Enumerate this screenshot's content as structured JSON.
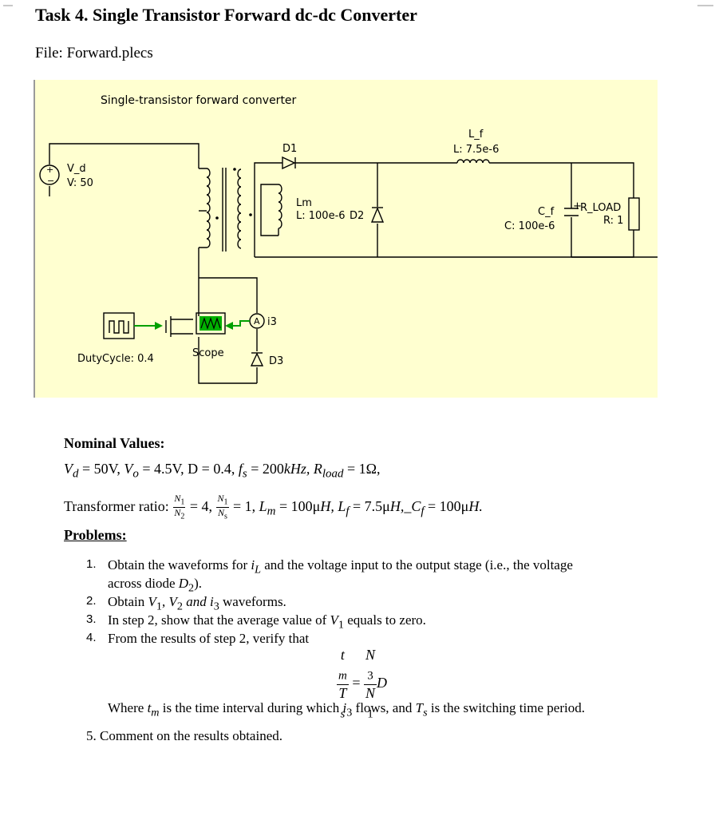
{
  "title": "Task 4. Single Transistor Forward dc-dc Converter",
  "file": "File: Forward.plecs",
  "schematic": {
    "caption": "Single-transistor forward converter",
    "vsrc_name": "V_d",
    "vsrc_value": "V: 50",
    "d1": "D1",
    "lm_name": "Lm",
    "lm_value": "L: 100e-6",
    "d2": "D2",
    "lf_name": "L_f",
    "lf_value": "L: 7.5e-6",
    "cf_name": "C_f",
    "cf_value": "C: 100e-6",
    "rload_name": "R_LOAD",
    "rload_value": "R: 1",
    "ammeter_symbol": "A",
    "ammeter_label": "i3",
    "d3": "D3",
    "scope": "Scope",
    "duty": "DutyCycle: 0.4",
    "colors": {
      "background": "#ffffd0",
      "signal": "#00a000",
      "wire": "#000000"
    }
  },
  "nominal_heading": "Nominal Values:",
  "nominal": {
    "line1": {
      "vd": "V",
      "vd_sub": "d",
      "vd_val": " = 50V, ",
      "vo": "V",
      "vo_sub": "o",
      "vo_val": " = 4.5V,  D = 0.4, ",
      "fs": "f",
      "fs_sub": "s",
      "fs_val": " = 200",
      "khz": "kHz",
      "r": ", R",
      "r_sub": "load",
      "r_val": " = 1Ω,"
    },
    "line2": {
      "label": "Transformer ratio: ",
      "n1": "N",
      "n1_sub": "1",
      "n2": "N",
      "n2_sub": "2",
      "eq1": " = 4, ",
      "n1b": "N",
      "n1b_sub": "1",
      "ns": "N",
      "ns_sub": "s",
      "eq2": " = 1, ",
      "lm": "L",
      "lm_sub": "m",
      "lm_val": " = 100μ",
      "h1": "H",
      "lf": ", L",
      "lf_sub": "f",
      "lf_val": " = 7.5μ",
      "h2": "H",
      "cf": ",_C",
      "cf_sub": "f",
      "cf_val": " = 100μ",
      "h3": "H."
    }
  },
  "problems_heading": "Problems:",
  "problems": {
    "p1_num": "1.",
    "p1_a": "Obtain the waveforms for ",
    "p1_i": "i",
    "p1_isub": "L",
    "p1_b": " and the voltage input to the output stage (i.e., the voltage",
    "p1_c": "across diode ",
    "p1_d": "D",
    "p1_dsub": "2",
    "p1_e": ").",
    "p2_num": "2.",
    "p2_a": "Obtain ",
    "p2_v1": "V",
    "p2_v1sub": "1",
    "p2_comma": ", ",
    "p2_v2": "V",
    "p2_v2sub": "2",
    "p2_and": " and ",
    "p2_i3": "i",
    "p2_i3sub": "3",
    "p2_b": " waveforms.",
    "p3_num": "3.",
    "p3_a": "In step 2, show that the average value of ",
    "p3_v": "V",
    "p3_vsub": "1",
    "p3_b": " equals to zero.",
    "p4_num": "4.",
    "p4_a": "From the results of step 2, verify that",
    "frac_tm": "t",
    "frac_tm_sub": "m",
    "frac_ts": "T",
    "frac_ts_sub": "s",
    "frac_eq": " = ",
    "frac_n3": "N",
    "frac_n3_sub": "3",
    "frac_n1": "N",
    "frac_n1_sub": "1",
    "frac_d": "D",
    "where_a": "Where ",
    "where_t": "t",
    "where_tsub": "m",
    "where_b": " is the time interval during which ",
    "where_i": "i",
    "where_isub": "3",
    "where_c": " flows, and ",
    "where_T": "T",
    "where_Tsub": "s",
    "where_d": " is the switching time period.",
    "p5": "5. Comment on the results obtained."
  }
}
